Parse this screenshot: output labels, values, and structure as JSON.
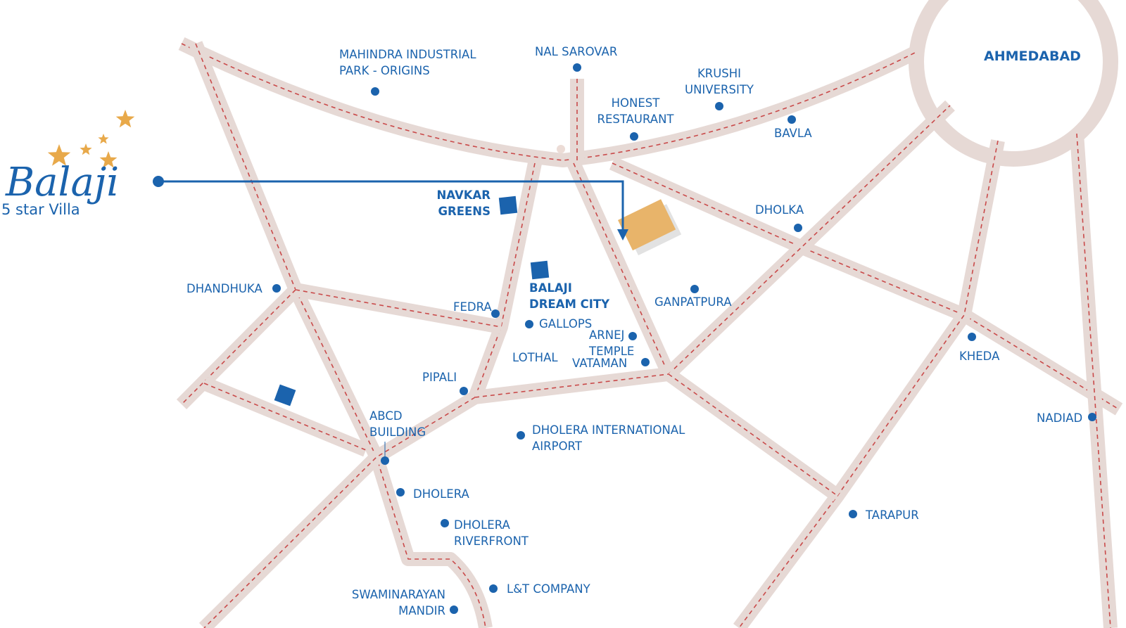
{
  "brand": {
    "name": "Balaji",
    "tagline": "5 star Villa",
    "star_color": "#e8a94a"
  },
  "colors": {
    "road": "#e6d9d5",
    "road_centerline": "#c94a4a",
    "label": "#1b63ad",
    "project_site": "#e8b46a"
  },
  "city": {
    "name": "AHMEDABAD"
  },
  "landmarks": [
    {
      "id": "mahindra",
      "lines": [
        "MAHINDRA INDUSTRIAL",
        "PARK - ORIGINS"
      ],
      "marker": "dot"
    },
    {
      "id": "nal-sarovar",
      "lines": [
        "NAL SAROVAR"
      ],
      "marker": "dot"
    },
    {
      "id": "krushi",
      "lines": [
        "KRUSHI",
        "UNIVERSITY"
      ],
      "marker": "dot"
    },
    {
      "id": "honest",
      "lines": [
        "HONEST",
        "RESTAURANT"
      ],
      "marker": "dot"
    },
    {
      "id": "bavla",
      "lines": [
        "BAVLA"
      ],
      "marker": "dot"
    },
    {
      "id": "dholka",
      "lines": [
        "DHOLKA"
      ],
      "marker": "dot"
    },
    {
      "id": "navkar",
      "lines": [
        "NAVKAR",
        "GREENS"
      ],
      "marker": "square",
      "bold": true
    },
    {
      "id": "balaji-dream",
      "lines": [
        "BALAJI",
        "DREAM CITY"
      ],
      "marker": "square",
      "bold": true
    },
    {
      "id": "dhandhuka",
      "lines": [
        "DHANDHUKA"
      ],
      "marker": "dot"
    },
    {
      "id": "fedra",
      "lines": [
        "FEDRA"
      ],
      "marker": "dot"
    },
    {
      "id": "gallops",
      "lines": [
        "GALLOPS"
      ],
      "marker": "dot"
    },
    {
      "id": "ganpatpura",
      "lines": [
        "GANPATPURA"
      ],
      "marker": "dot"
    },
    {
      "id": "arnej",
      "lines": [
        "ARNEJ",
        "TEMPLE"
      ],
      "marker": "dot"
    },
    {
      "id": "lothal",
      "lines": [
        "LOTHAL"
      ],
      "marker": "none"
    },
    {
      "id": "vataman",
      "lines": [
        "VATAMAN"
      ],
      "marker": "dot"
    },
    {
      "id": "pipali",
      "lines": [
        "PIPALI"
      ],
      "marker": "dot"
    },
    {
      "id": "kheda",
      "lines": [
        "KHEDA"
      ],
      "marker": "dot"
    },
    {
      "id": "nadiad",
      "lines": [
        "NADIAD"
      ],
      "marker": "dot"
    },
    {
      "id": "abcd",
      "lines": [
        "ABCD",
        "BUILDING"
      ],
      "marker": "dot"
    },
    {
      "id": "airport",
      "lines": [
        "DHOLERA INTERNATIONAL",
        "AIRPORT"
      ],
      "marker": "dot"
    },
    {
      "id": "dholera",
      "lines": [
        "DHOLERA"
      ],
      "marker": "dot"
    },
    {
      "id": "riverfront",
      "lines": [
        "DHOLERA",
        "RIVERFRONT"
      ],
      "marker": "dot"
    },
    {
      "id": "tarapur",
      "lines": [
        "TARAPUR"
      ],
      "marker": "dot"
    },
    {
      "id": "swaminarayan",
      "lines": [
        "SWAMINARAYAN",
        "MANDIR"
      ],
      "marker": "dot"
    },
    {
      "id": "lt",
      "lines": [
        "L&T COMPANY"
      ],
      "marker": "dot"
    }
  ]
}
